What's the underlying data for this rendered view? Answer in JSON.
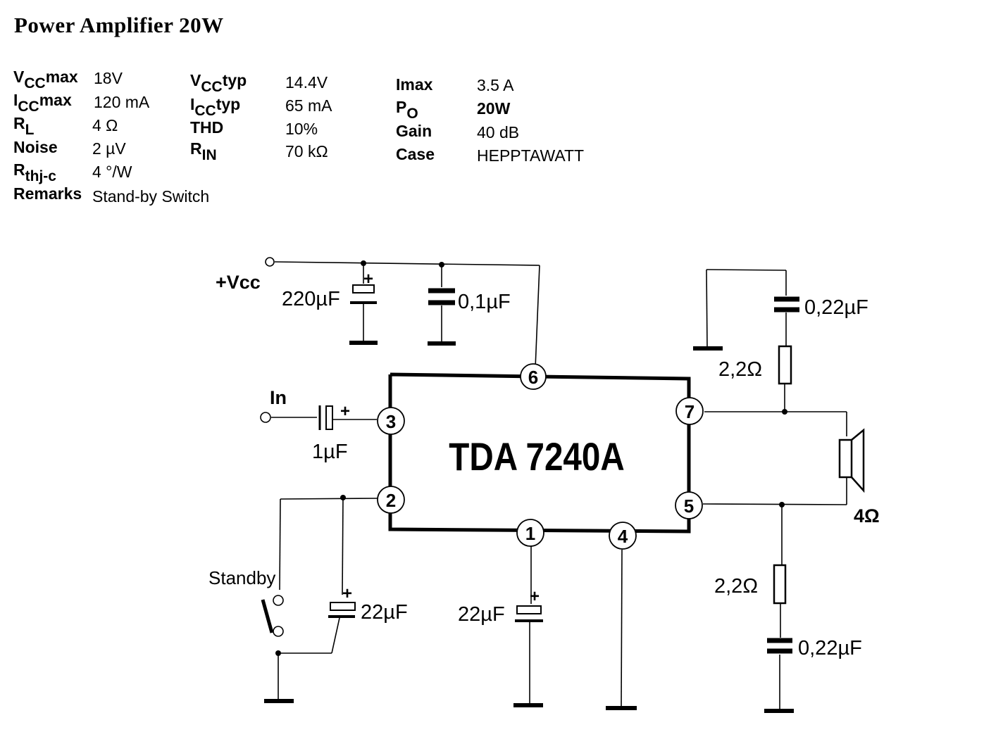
{
  "title": "Power Amplifier 20W",
  "specs": {
    "col1": [
      {
        "label_main": "V",
        "label_sub": "CC",
        "label_suffix": "max",
        "value": "18V"
      },
      {
        "label_main": "I",
        "label_sub": "CC",
        "label_suffix": "max",
        "value": "120 mA"
      },
      {
        "label_main": "R",
        "label_sub": "L",
        "label_suffix": "",
        "value": "4 Ω"
      },
      {
        "label_main": "Noise",
        "label_sub": "",
        "label_suffix": "",
        "value": "2 µV"
      },
      {
        "label_main": "R",
        "label_sub": "thj-c",
        "label_suffix": "",
        "value": "4 °/W"
      },
      {
        "label_main": "Remarks",
        "label_sub": "",
        "label_suffix": "",
        "value": "Stand-by Switch"
      }
    ],
    "col2": [
      {
        "label_main": "V",
        "label_sub": "CC",
        "label_suffix": "typ",
        "value": "14.4V"
      },
      {
        "label_main": "I",
        "label_sub": "CC",
        "label_suffix": "typ",
        "value": "65 mA"
      },
      {
        "label_main": "THD",
        "label_sub": "",
        "label_suffix": "",
        "value": "10%"
      },
      {
        "label_main": "R",
        "label_sub": "IN",
        "label_suffix": "",
        "value": "70 kΩ"
      }
    ],
    "col3": [
      {
        "label_main": "Imax",
        "label_sub": "",
        "label_suffix": "",
        "value": "3.5 A"
      },
      {
        "label_main": "P",
        "label_sub": "O",
        "label_suffix": "",
        "value": "20W"
      },
      {
        "label_main": "Gain",
        "label_sub": "",
        "label_suffix": "",
        "value": "40 dB"
      },
      {
        "label_main": "Case",
        "label_sub": "",
        "label_suffix": "",
        "value": "HEPPTAWATT"
      }
    ]
  },
  "schematic": {
    "ic_name": "TDA 7240A",
    "pins": {
      "p1": "1",
      "p2": "2",
      "p3": "3",
      "p4": "4",
      "p5": "5",
      "p6": "6",
      "p7": "7"
    },
    "labels": {
      "vcc": "+Vcc",
      "in": "In",
      "standby": "Standby",
      "c_supply_elec": "220µF",
      "c_supply_cer": "0,1µF",
      "c_input": "1µF",
      "c_standby": "22µF",
      "c_pin1": "22µF",
      "c_zobel_top": "0,22µF",
      "r_zobel_top": "2,2Ω",
      "r_zobel_bot": "2,2Ω",
      "c_zobel_bot": "0,22µF",
      "speaker": "4Ω",
      "plus": "+"
    }
  }
}
